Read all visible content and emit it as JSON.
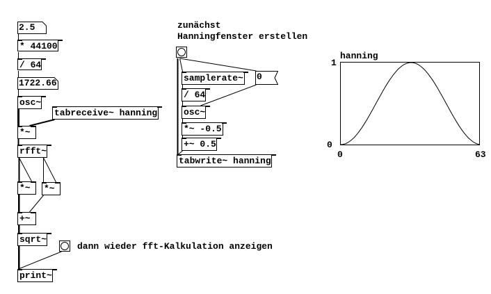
{
  "left_chain": {
    "number_top": "2.5",
    "mult": "* 44100",
    "div": "/ 64",
    "number_freq": "1722.66",
    "osc": "osc~",
    "tabreceive": "tabreceive~ hanning",
    "mult_window": "*~",
    "rfft": "rfft~",
    "square_real": "*~",
    "square_imag": "*~",
    "add": "+~",
    "sqrt": "sqrt~",
    "print": "print~",
    "print_comment": "dann wieder fft-Kalkulation anzeigen"
  },
  "window_chain": {
    "comment_line1": "zunächst",
    "comment_line2": "Hanningfenster erstellen",
    "samplerate": "samplerate~",
    "number_phase": "0",
    "div": "/ 64",
    "osc": "osc~",
    "mult": "*~ -0.5",
    "add": "+~ 0.5",
    "tabwrite": "tabwrite~ hanning"
  },
  "array": {
    "name": "hanning",
    "size": 64,
    "y_top_label": "1",
    "y_bottom_label": "0",
    "x_start_label": "0",
    "x_end_label": "63",
    "ymin": 0,
    "ymax": 1
  }
}
